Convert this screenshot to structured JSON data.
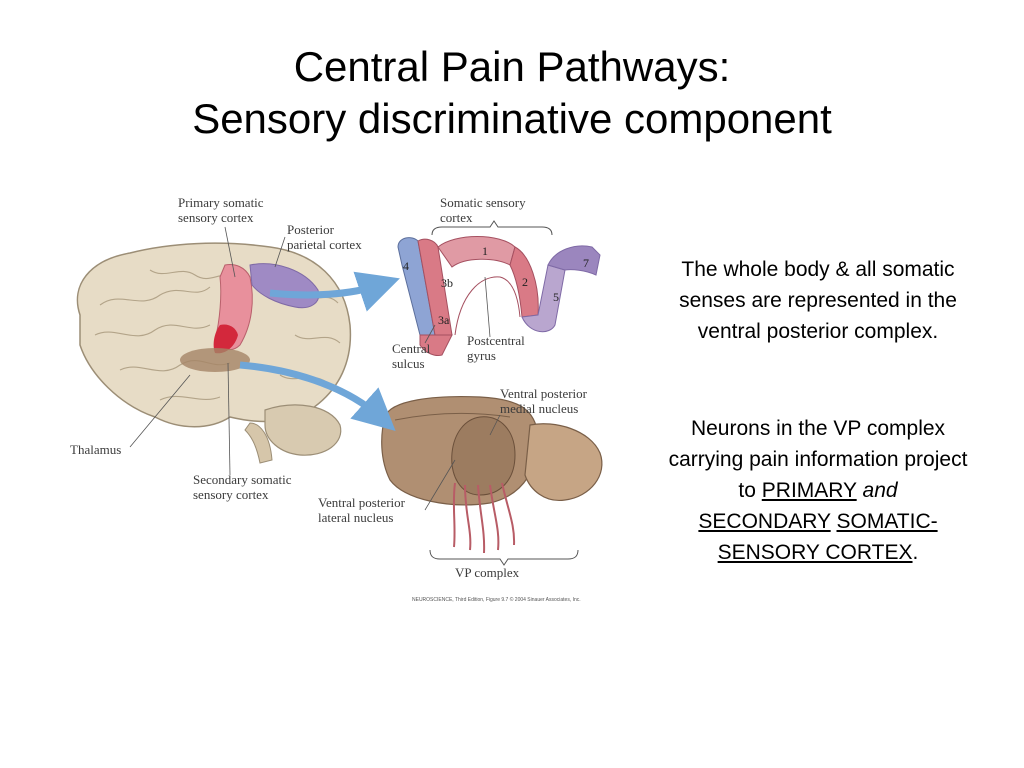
{
  "title": {
    "line1": "Central Pain Pathways:",
    "line2": "Sensory discriminative component"
  },
  "figure": {
    "labels": {
      "primary_cortex_1": "Primary somatic",
      "primary_cortex_2": "sensory cortex",
      "posterior_parietal_1": "Posterior",
      "posterior_parietal_2": "parietal cortex",
      "somatic_sensory_1": "Somatic sensory",
      "somatic_sensory_2": "cortex",
      "central_sulcus_1": "Central",
      "central_sulcus_2": "sulcus",
      "postcentral_1": "Postcentral",
      "postcentral_2": "gyrus",
      "thalamus": "Thalamus",
      "secondary_cortex_1": "Secondary somatic",
      "secondary_cortex_2": "sensory cortex",
      "vpm_1": "Ventral posterior",
      "vpm_2": "medial nucleus",
      "vpl_1": "Ventral posterior",
      "vpl_2": "lateral nucleus",
      "vp_complex": "VP complex"
    },
    "areas": {
      "a4": "4",
      "a3b": "3b",
      "a1": "1",
      "a2": "2",
      "a5": "5",
      "a7": "7",
      "a3a": "3a"
    },
    "credit": "NEUROSCIENCE, Third Edition, Figure 9.7  © 2004 Sinauer Associates, Inc.",
    "colors": {
      "area4": "#8ea4d4",
      "area3b": "#d97a86",
      "area1": "#e09aa4",
      "area2": "#d97a86",
      "area5": "#b9a6cf",
      "area7": "#9b86be",
      "brain": "#e7dcc6",
      "thalamus": "#b08f72",
      "arrow": "#6fa6d8"
    }
  },
  "body_text": {
    "p1": "The whole body & all somatic senses are represented in the ventral posterior complex.",
    "p2_a": "Neurons in the VP complex carrying pain information project to ",
    "p2_primary": "PRIMARY",
    "p2_and": "and",
    "p2_secondary": "SECONDARY",
    "p2_somatic": "SOMATIC-SENSORY CORTEX",
    "p2_end": "."
  }
}
